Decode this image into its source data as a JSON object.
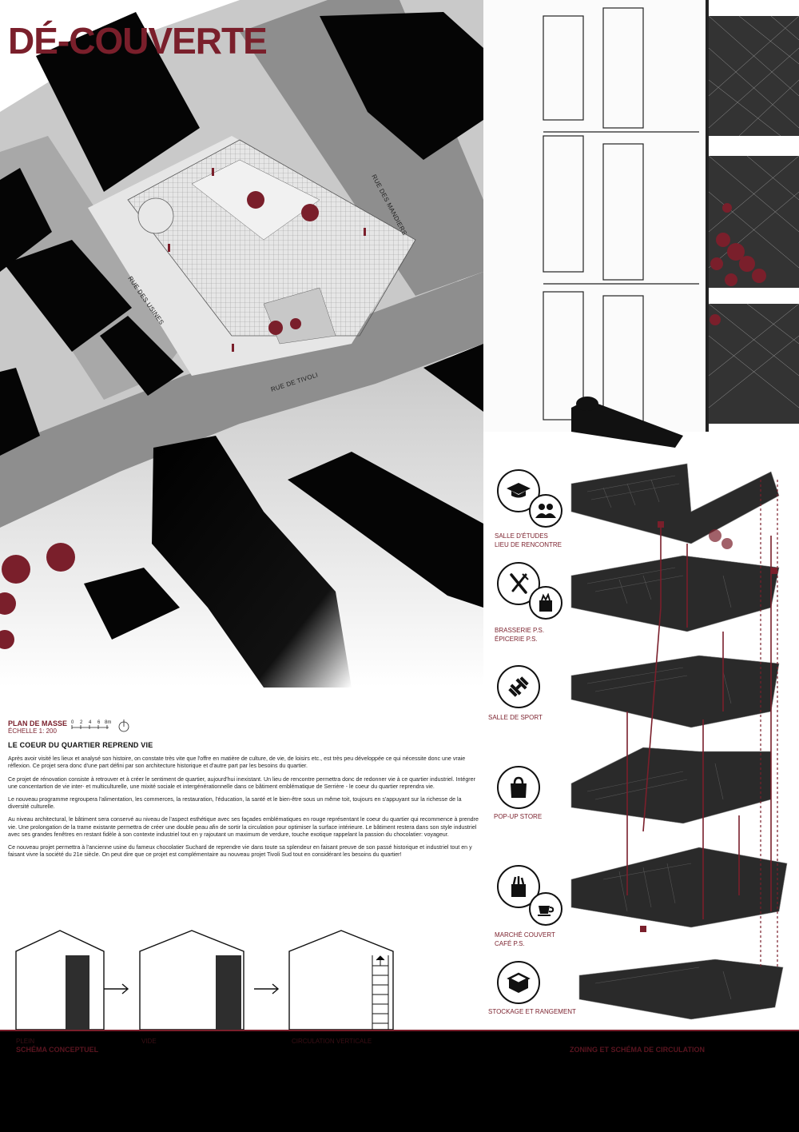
{
  "title": "DÉ-COUVERTE",
  "streets": {
    "usines": "RUE DES USINES",
    "mandiers": "RUE DES MANDIERS",
    "tivoli": "RUE DE TIVOLI"
  },
  "plan_legend": {
    "name": "PLAN DE MASSE",
    "scale": "ÉCHELLE 1: 200",
    "ticks": [
      "0",
      "2",
      "4",
      "6",
      "8m"
    ]
  },
  "text": {
    "heading": "LE COEUR DU QUARTIER REPREND VIE",
    "p1": "Après avoir visité les lieux et analysé son histoire, on constate très vite que l'offre en matière de culture, de vie, de loisirs etc., est très peu développée ce qui nécessite donc une vraie réflexion. Ce projet sera donc d'une part défini par son architecture historique et d'autre part par les besoins du quartier.",
    "p2": "Ce projet de rénovation consiste à retrouver et à créer le sentiment de quartier, aujourd'hui inexistant. Un lieu de rencontre permettra donc de redonner vie à ce quartier industriel. Intégrer une concentartion de vie inter- et multiculturelle, une mixité sociale et intergénérationnelle dans ce bâtiment emblématique de Serrière - le coeur du quartier reprendra vie.",
    "p3": "Le nouveau programme regroupera l'alimentation, les commerces, la restauration, l'éducation, la santé et le bien-être sous un même toit, toujours en s'appuyant sur la richesse de la diversité culturelle.",
    "p4": "Au niveau architectural, le bâtiment sera conservé au niveau de l'aspect esthétique avec ses façades emblématiques en rouge représentant le coeur du quartier qui recommence à prendre vie. Une prolongation de la trame existante permettra de créer une double peau afin de sortir la circulation pour optimiser la surface intérieure. Le bâtiment restera dans son style industriel avec ses grandes fenêtres en restant fidèle à son contexte industriel tout en y rajoutant un maximum de verdure, touche exotique rappelant la passion du chocolatier: voyageur.",
    "p5": "Ce nouveau projet permettra à l'ancienne usine du fameux chocolatier Suchard de reprendre vie dans toute sa splendeur en faisant preuve de son passé historique et industriel tout en y faisant vivre la société du 21e siècle. On peut dire que ce projet est complémentaire au nouveau projet Tivoli Sud tout en considérant les besoins du quartier!"
  },
  "zones": [
    {
      "line1": "SALLE D'ÉTUDES",
      "line2": "LIEU DE RENCONTRE",
      "icons": [
        "graduation-cap-icon",
        "people-icon"
      ]
    },
    {
      "line1": "BRASSERIE P.S.",
      "line2": "ÉPICERIE P.S.",
      "icons": [
        "fork-knife-icon",
        "grocery-bag-icon"
      ]
    },
    {
      "line1": "SALLE DE SPORT",
      "line2": "",
      "icons": [
        "dumbbell-icon"
      ]
    },
    {
      "line1": "POP-UP STORE",
      "line2": "",
      "icons": [
        "shopping-bag-icon"
      ]
    },
    {
      "line1": "MARCHÉ COUVERT",
      "line2": "CAFÉ P.S.",
      "icons": [
        "market-basket-icon",
        "coffee-cup-icon"
      ]
    },
    {
      "line1": "STOCKAGE ET RANGEMENT",
      "line2": "",
      "icons": [
        "box-icon"
      ]
    }
  ],
  "footer": {
    "plein": "PLEIN",
    "vide": "VIDE",
    "circulation": "CIRCULATION VERTICALE",
    "concept_title": "SCHÉMA CONCEPTUEL",
    "zoning_title": "ZONING ET SCHÉMA DE CIRCULATION"
  },
  "colors": {
    "accent": "#7a1f2b",
    "road": "#8e8e8e",
    "sidewalk": "#b9b9b9",
    "building": "#050505"
  }
}
